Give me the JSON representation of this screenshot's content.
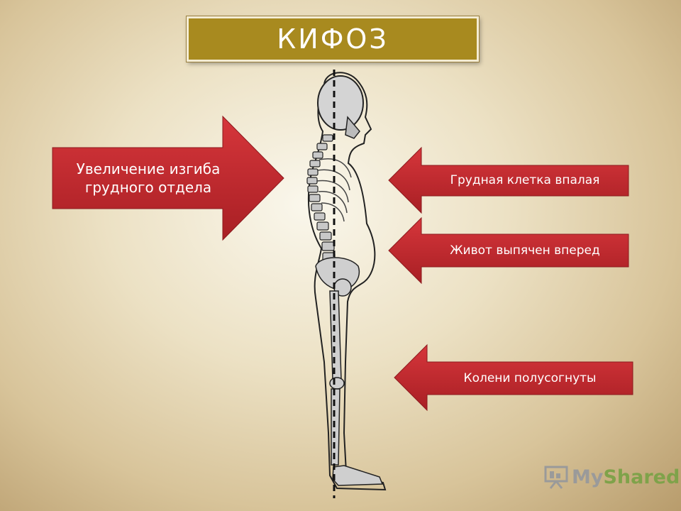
{
  "title": "КИФОЗ",
  "arrows": {
    "thoracic": "Увеличение изгиба грудного отдела",
    "chest": "Грудная клетка впалая",
    "belly": "Живот выпячен вперед",
    "knees": "Колени полусогнуты"
  },
  "logo": {
    "part1": "My",
    "part2": "Shared"
  },
  "colors": {
    "arrow": "#c0272d",
    "title_bg": "#a88a1f"
  }
}
